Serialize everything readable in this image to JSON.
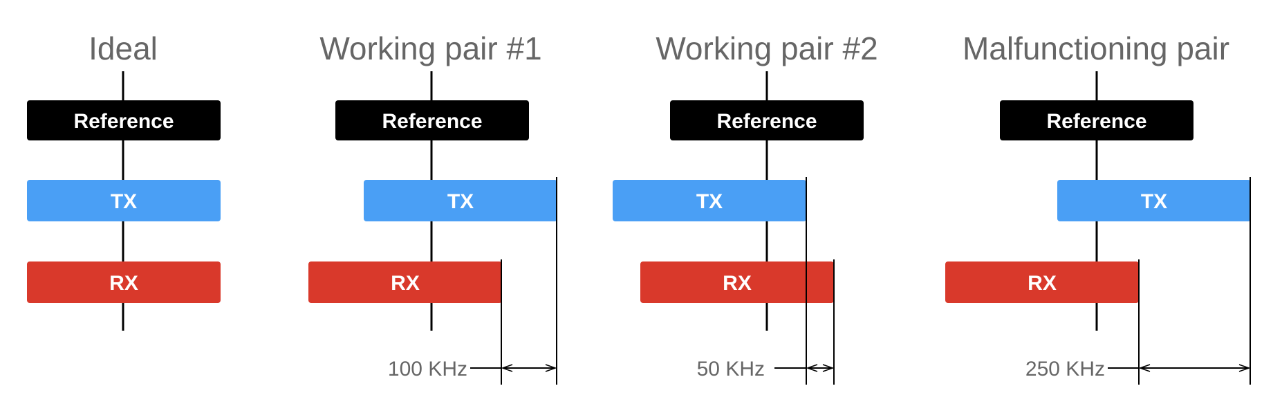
{
  "colors": {
    "reference": "#000000",
    "tx": "#4a9ff5",
    "rx": "#d9392b",
    "title_text": "#666666",
    "bar_text": "#ffffff"
  },
  "panels": [
    {
      "title": "Ideal",
      "reference_label": "Reference",
      "tx_label": "TX",
      "rx_label": "RX",
      "offset_label": ""
    },
    {
      "title": "Working pair #1",
      "reference_label": "Reference",
      "tx_label": "TX",
      "rx_label": "RX",
      "offset_label": "100 KHz"
    },
    {
      "title": "Working pair #2",
      "reference_label": "Reference",
      "tx_label": "TX",
      "rx_label": "RX",
      "offset_label": "50 KHz"
    },
    {
      "title": "Malfunctioning pair",
      "reference_label": "Reference",
      "tx_label": "TX",
      "rx_label": "RX",
      "offset_label": "250 KHz"
    }
  ]
}
